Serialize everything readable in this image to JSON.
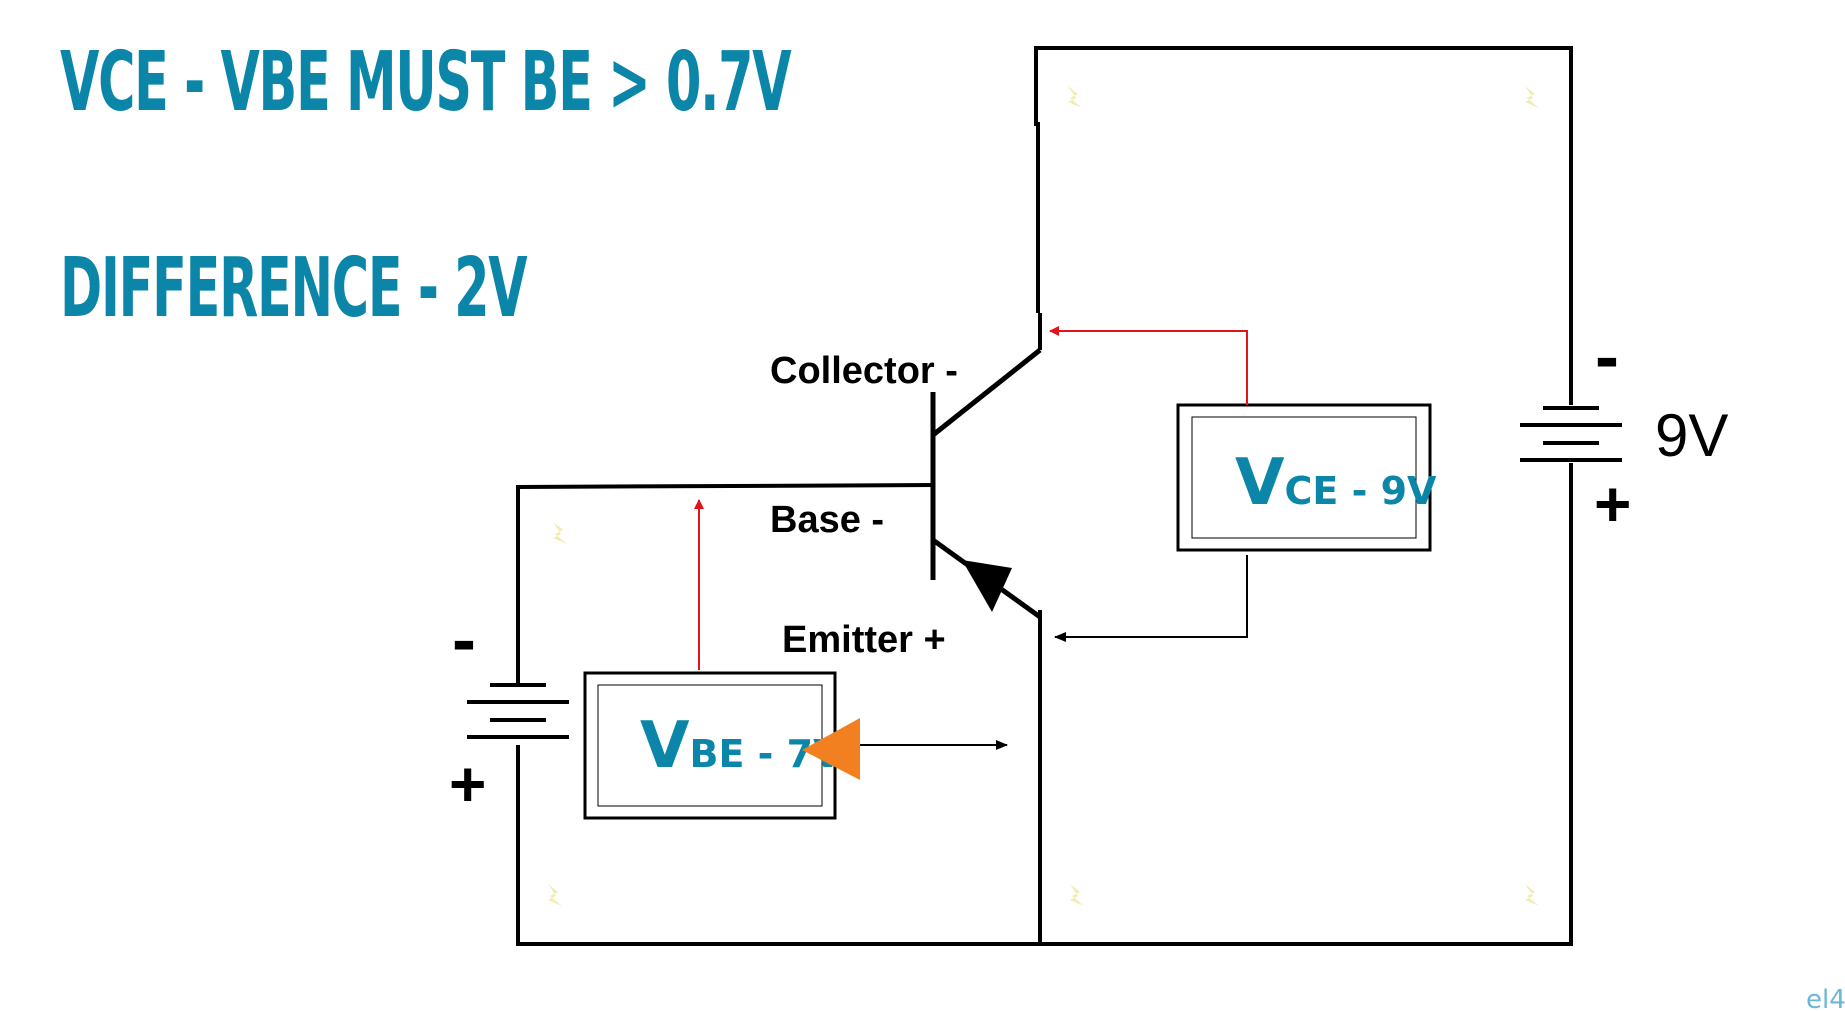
{
  "headings": {
    "line1": "VCE - VBE MUST BE > 0.7V",
    "line2": "DIFFERENCE - 2V"
  },
  "labels": {
    "collector": "Collector -",
    "base": "Base -",
    "emitter": "Emitter +"
  },
  "battery_main": {
    "voltage": "9V",
    "neg": "-",
    "pos": "+"
  },
  "battery_base": {
    "neg": "-",
    "pos": "+"
  },
  "meter_vce": {
    "main": "V",
    "sub": "CE - 9V"
  },
  "meter_vbe": {
    "main": "V",
    "sub": "BE - 7V"
  },
  "watermark": "el4",
  "colors": {
    "heading": "#0b86a8",
    "wire": "#000000",
    "probe_red": "#e0151b",
    "pointer": "#f28020"
  }
}
